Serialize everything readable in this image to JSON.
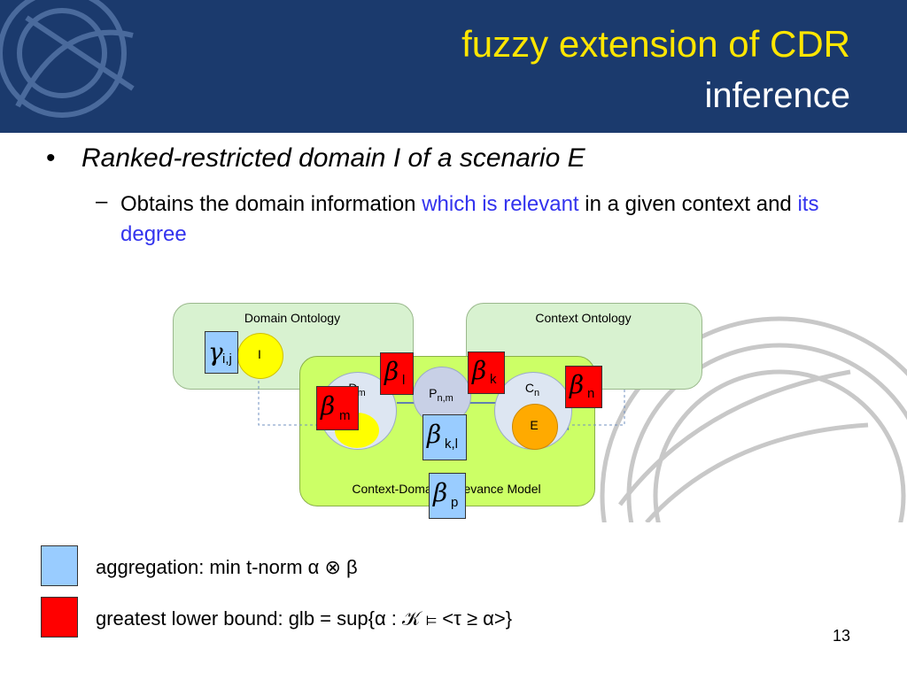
{
  "slide": {
    "title": "fuzzy extension of CDR",
    "subtitle": "inference",
    "page_number": "13"
  },
  "bullets": {
    "marker": "•",
    "level1": "Ranked-restricted domain I of a scenario E",
    "dash": "–",
    "level2_part1": "Obtains the domain information ",
    "level2_hl1": "which is relevant",
    "level2_part2": " in a given context and ",
    "level2_hl2": "its degree"
  },
  "diagram": {
    "domain_ontology": "Domain Ontology",
    "context_ontology": "Context Ontology",
    "model": "Context-Domain Relevance Model",
    "node_I": "I",
    "node_D_main": "D",
    "node_D_sub": "m",
    "node_P_main": "P",
    "node_P_sub": "n,m",
    "node_C_main": "C",
    "node_C_sub": "n",
    "node_E": "E",
    "gamma_symbol": "γ",
    "gamma_sub": "i,j",
    "beta_symbol": "β",
    "beta_l_sub": "l",
    "beta_k_sub": "k",
    "beta_n_sub": "n",
    "beta_m_sub": "m",
    "beta_kl_sub": "k,l",
    "beta_p_sub": "p"
  },
  "legend": {
    "aggregation": "aggregation: min t-norm α ⊗ β",
    "glb": "greatest lower bound: glb = sup{α : 𝒦 ⊨ <τ ≥ α>}"
  },
  "colors": {
    "header_bg": "#1b3a6d",
    "title": "#ffe600",
    "highlight": "#3333ee",
    "aggregation": "#99ccff",
    "glb": "#ff0000"
  }
}
